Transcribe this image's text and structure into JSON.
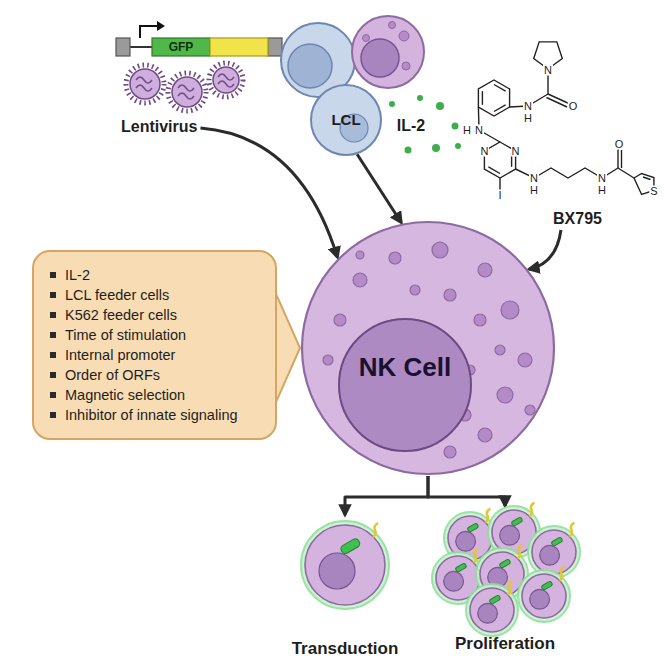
{
  "diagram": {
    "nodes": [
      {
        "text": [
          "Lentivirus"
        ]
      },
      {
        "text": [
          "LCL"
        ]
      },
      {
        "text": [
          "BX795"
        ]
      },
      {
        "text": [
          "IL-2",
          "LCL feeder cells",
          "K562 feeder cells",
          "Time of stimulation",
          "Internal promoter",
          "Order of ORFs",
          "Magnetic selection",
          "Inhibitor of innate signaling"
        ]
      },
      {
        "text": [
          "NK Cell"
        ]
      },
      {
        "text": [
          "Transduction"
        ]
      },
      {
        "text": [
          "Proliferation"
        ]
      }
    ],
    "edges": [
      {
        "from": 0,
        "to": 4,
        "arrow": "to"
      },
      {
        "from": 1,
        "to": 4,
        "arrow": "to"
      },
      {
        "from": 2,
        "to": 4,
        "arrow": "to"
      },
      {
        "from": 3,
        "to": 4,
        "arrow": "to"
      },
      {
        "from": 4,
        "to": 5,
        "arrow": "to"
      },
      {
        "from": 4,
        "to": 6,
        "arrow": "to"
      }
    ],
    "labels": [
      "GFP",
      "IL-2",
      "N",
      "O",
      "N",
      "H",
      "H",
      "N",
      "N",
      "N",
      "I",
      "N",
      "H",
      "N",
      "H",
      "O",
      "S"
    ]
  }
}
